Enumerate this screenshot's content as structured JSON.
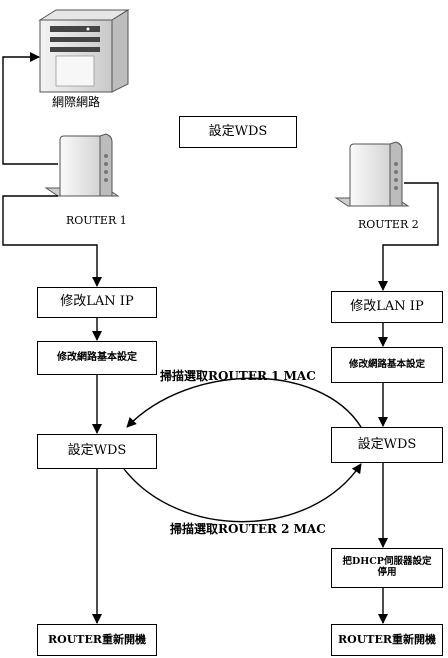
{
  "title": "設定WDS",
  "internet_label": "網際網路",
  "router1": {
    "label": "ROUTER 1",
    "steps": [
      "修改LAN IP",
      "修改網路基本設定",
      "設定WDS",
      "ROUTER重新開機"
    ]
  },
  "router2": {
    "label": "ROUTER 2",
    "steps": [
      "修改LAN IP",
      "修改網路基本設定",
      "設定WDS",
      "把DHCP伺服器設定停用",
      "ROUTER重新開機"
    ]
  },
  "scan_mac_router1": "掃描選取ROUTER 1 MAC",
  "scan_mac_router2": "掃描選取ROUTER 2 MAC"
}
